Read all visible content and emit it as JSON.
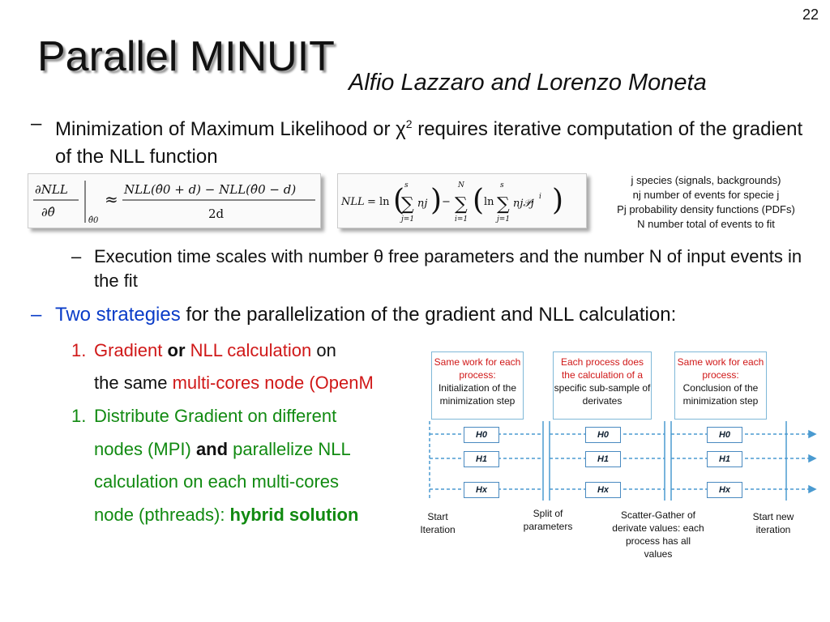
{
  "slide_number": "22",
  "title": "Parallel MINUIT",
  "authors": "Alfio Lazzaro and Lorenzo Moneta",
  "bullet1": {
    "text": "Minimization of Maximum Likelihood or χ",
    "sup": "2",
    "text_after": " requires iterative computation of the gradient of the NLL function"
  },
  "legend": [
    "j species (signals, backgrounds)",
    "nj number of events for specie j",
    "Pj probability density functions (PDFs)",
    "N number total of events to fit"
  ],
  "bullet2": "Execution time scales with number θ free parameters and the number N of input events in the fit",
  "bullet3": {
    "lead": "Two strategies",
    "rest": " for the parallelization of the gradient and NLL calculation:"
  },
  "strategy1": {
    "num": "1.",
    "a": "Gradient ",
    "b": "or",
    "c": " NLL calculation",
    "d": " on",
    "line2a": "the same ",
    "line2b": "multi-cores node (OpenM"
  },
  "strategy2": {
    "num": "1.",
    "line1": "Distribute Gradient on different",
    "line2a": "nodes (MPI) ",
    "line2b": "and",
    "line2c": " parallelize NLL",
    "line3": "calculation on each multi-cores",
    "line4a": "node (pthreads): ",
    "line4b": "hybrid solution"
  },
  "diagram": {
    "box1_red": "Same work for each process:",
    "box1_black": "Initialization of the minimization step",
    "box2_red": "Each process does the calculation of a",
    "box2_black": "specific sub-sample of derivates",
    "box3_red": "Same work for each process:",
    "box3_black": "Conclusion of the minimization step",
    "label_start": "Start Iteration",
    "label_split": "Split of parameters",
    "label_scatter": "Scatter-Gather of derivate values: each process has all values",
    "label_new": "Start new iteration",
    "h_labels": [
      "H0",
      "H1",
      "Hx"
    ]
  }
}
